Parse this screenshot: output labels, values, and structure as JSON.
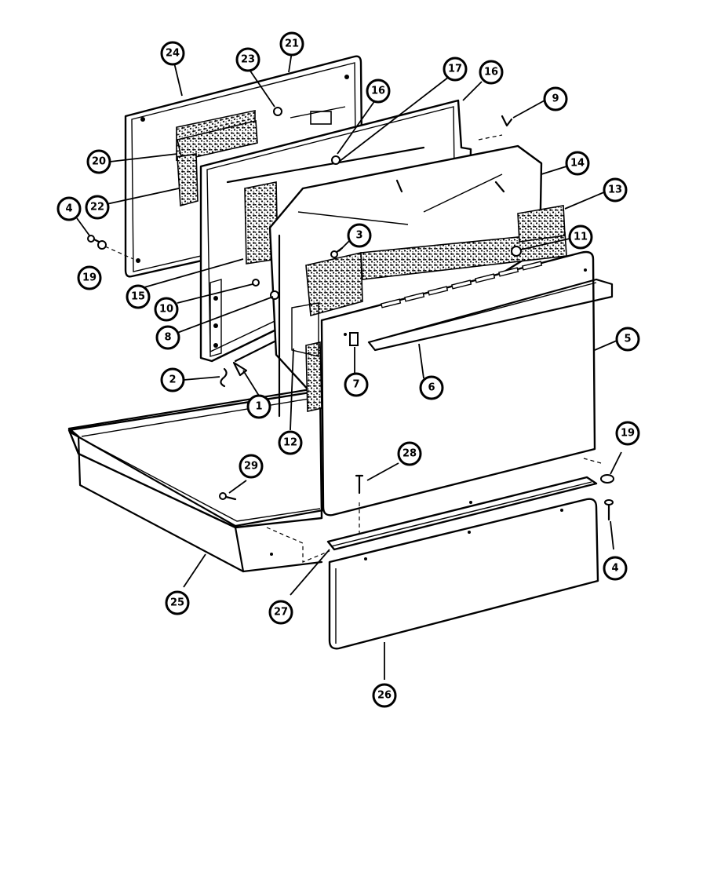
{
  "callouts": [
    {
      "id": "c24a",
      "label": "24"
    },
    {
      "id": "c21",
      "label": "21"
    },
    {
      "id": "c23",
      "label": "23"
    },
    {
      "id": "c16a",
      "label": "16"
    },
    {
      "id": "c17",
      "label": "17"
    },
    {
      "id": "c16b",
      "label": "16"
    },
    {
      "id": "c9",
      "label": "9"
    },
    {
      "id": "c20",
      "label": "20"
    },
    {
      "id": "c22",
      "label": "22"
    },
    {
      "id": "c14",
      "label": "14"
    },
    {
      "id": "c13",
      "label": "13"
    },
    {
      "id": "c4a",
      "label": "4"
    },
    {
      "id": "c19a",
      "label": "19"
    },
    {
      "id": "c3",
      "label": "3"
    },
    {
      "id": "c11",
      "label": "11"
    },
    {
      "id": "c15",
      "label": "15"
    },
    {
      "id": "c10",
      "label": "10"
    },
    {
      "id": "c8",
      "label": "8"
    },
    {
      "id": "c5",
      "label": "5"
    },
    {
      "id": "c2",
      "label": "2"
    },
    {
      "id": "c7",
      "label": "7"
    },
    {
      "id": "c6",
      "label": "6"
    },
    {
      "id": "c1",
      "label": "1"
    },
    {
      "id": "c12",
      "label": "12"
    },
    {
      "id": "c19b",
      "label": "19"
    },
    {
      "id": "c28",
      "label": "28"
    },
    {
      "id": "c29",
      "label": "29"
    },
    {
      "id": "c4b",
      "label": "4"
    },
    {
      "id": "c25",
      "label": "25"
    },
    {
      "id": "c27",
      "label": "27"
    },
    {
      "id": "c26",
      "label": "26"
    }
  ]
}
